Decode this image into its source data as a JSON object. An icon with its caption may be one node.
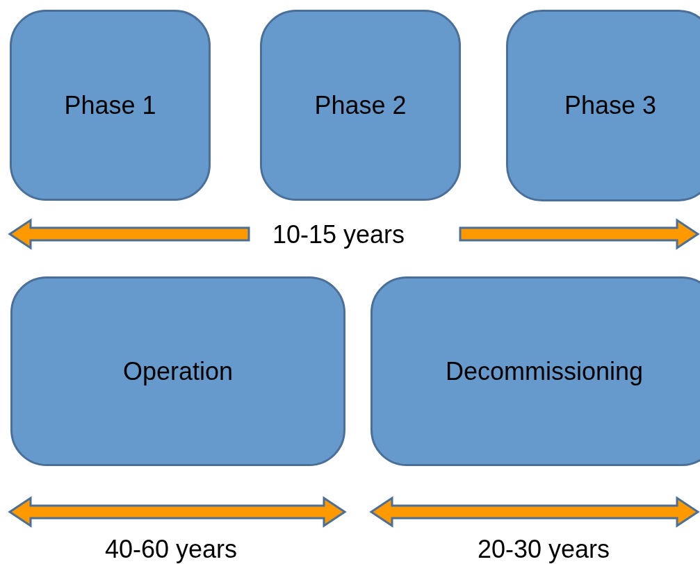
{
  "diagram": {
    "nodes": [
      {
        "text": [
          "Phase 1"
        ]
      },
      {
        "text": [
          "Phase 2"
        ]
      },
      {
        "text": [
          "Phase 3"
        ]
      },
      {
        "text": [
          "Operation"
        ]
      },
      {
        "text": [
          "Decommissioning"
        ]
      }
    ],
    "labels": [
      "10-15 years",
      "40-60 years",
      "20-30 years"
    ]
  }
}
